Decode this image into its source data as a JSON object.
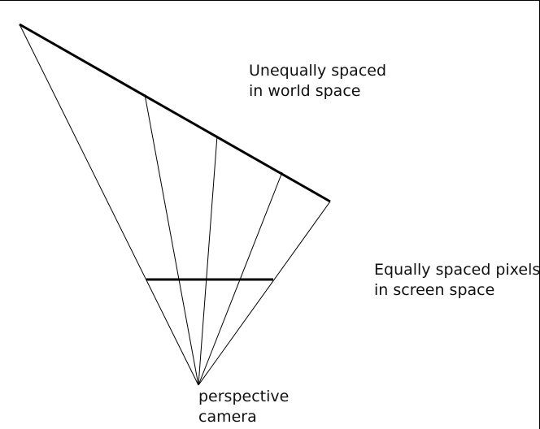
{
  "labels": {
    "world_space": [
      "Unequally spaced",
      "in world space"
    ],
    "screen_space": [
      "Equally spaced pixels",
      "in screen space"
    ],
    "camera": [
      "perspective",
      "camera"
    ]
  },
  "colors": {
    "line": "#000000",
    "background": "#ffffff"
  }
}
